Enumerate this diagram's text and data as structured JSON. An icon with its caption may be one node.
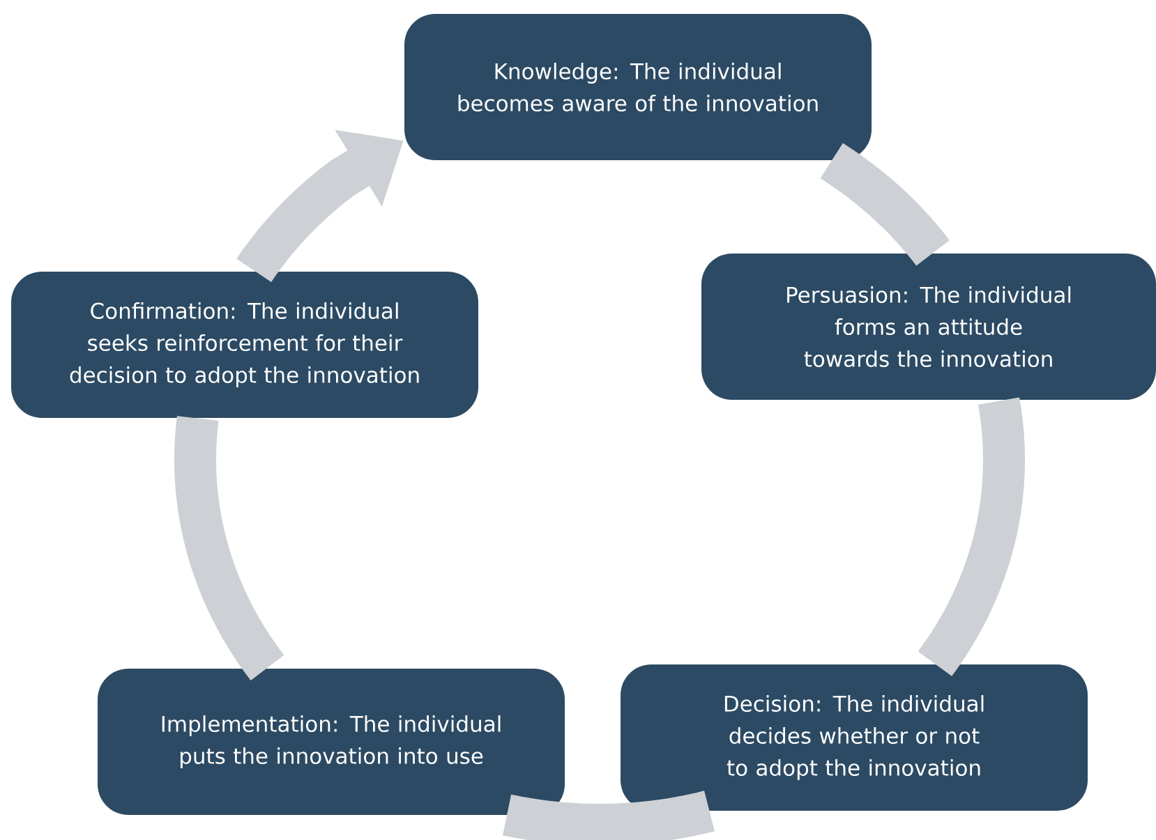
{
  "diagram": {
    "nodes": [
      {
        "text": [
          "Knowledge: The individual becomes aware of the innovation"
        ]
      },
      {
        "text": [
          "Persuasion: The individual forms an attitude towards the innovation"
        ]
      },
      {
        "text": [
          "Decision: The individual decides whether or not to adopt the innovation"
        ]
      },
      {
        "text": [
          "Implementation: The individual puts the innovation into use"
        ]
      },
      {
        "text": [
          "Confirmation: The individual seeks reinforcement for their decision to adopt the innovation"
        ]
      }
    ],
    "edges": [
      {
        "from": 0,
        "to": 1,
        "arrow": "none"
      },
      {
        "from": 1,
        "to": 2,
        "arrow": "none"
      },
      {
        "from": 2,
        "to": 3,
        "arrow": "none"
      },
      {
        "from": 3,
        "to": 4,
        "arrow": "none"
      },
      {
        "from": 4,
        "to": 0,
        "arrow": "to"
      }
    ]
  }
}
